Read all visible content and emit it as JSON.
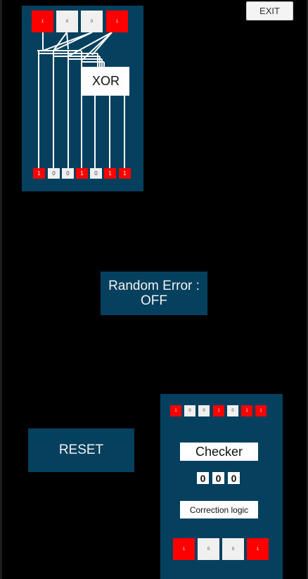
{
  "exit_button": {
    "label": "EXIT"
  },
  "encoder": {
    "input_bits": [
      "1",
      "0",
      "0",
      "1"
    ],
    "gate_label": "XOR",
    "output_bits": [
      "1",
      "0",
      "0",
      "1",
      "0",
      "1",
      "1"
    ]
  },
  "random_error_button": {
    "line1": "Random Error :",
    "line2": "OFF"
  },
  "reset_button": {
    "label": "RESET"
  },
  "decoder": {
    "received_bits": [
      "1",
      "0",
      "0",
      "1",
      "0",
      "1",
      "1"
    ],
    "checker_label": "Checker",
    "syndrome_bits": [
      "0",
      "0",
      "0"
    ],
    "correction_label": "Correction logic",
    "decoded_bits": [
      "1",
      "0",
      "0",
      "1"
    ]
  },
  "colors": {
    "panel": "#05405e",
    "bit_one": "#ff0000",
    "bit_zero": "#f0f0f0",
    "background": "#000000"
  }
}
